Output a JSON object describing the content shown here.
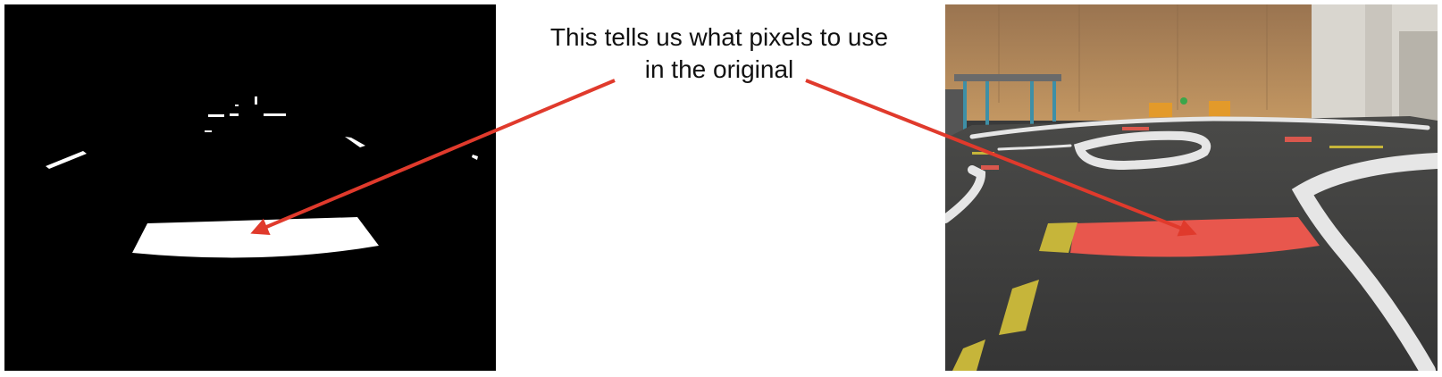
{
  "annotation": {
    "line1": "This tells us what pixels to use",
    "line2": "in the original"
  },
  "colors": {
    "arrow": "#e03a2c",
    "mask_background": "#000000",
    "mask_foreground": "#ffffff",
    "floor": "#3f3f3f",
    "wall": "#b98b57",
    "lane_white": "#e6e6e6",
    "lane_red": "#e8574d",
    "lane_yellow": "#c6b53a"
  },
  "panels": {
    "left": "binary-mask",
    "right": "camera-photo"
  }
}
